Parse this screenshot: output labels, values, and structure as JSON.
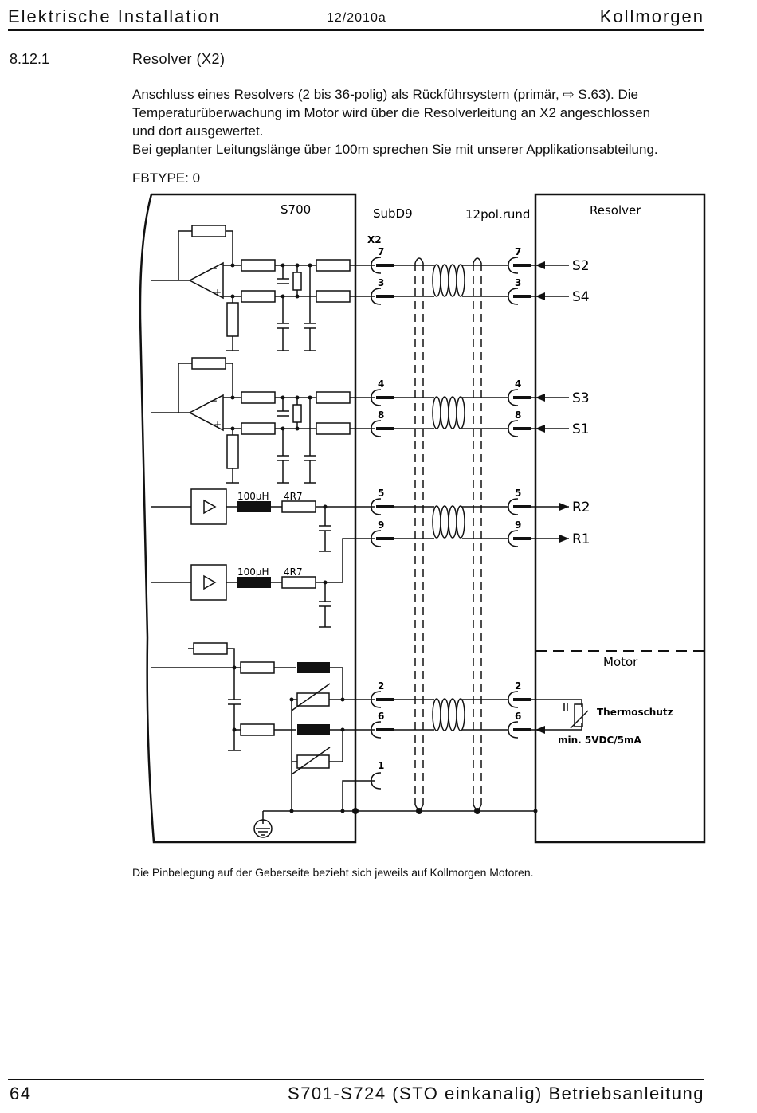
{
  "header": {
    "left": "Elektrische Installation",
    "center": "12/2010a",
    "right": "Kollmorgen"
  },
  "section": {
    "number": "8.12.1",
    "title": "Resolver (X2)"
  },
  "body": {
    "line1": "Anschluss eines Resolvers (2 bis 36-polig) als Rückführsystem (primär, ⇨ S.63). Die",
    "line2": "Temperaturüberwachung im Motor wird über die Resolverleitung an X2 angeschlossen",
    "line3": "und dort ausgewertet.",
    "line4": "Bei geplanter Leitungslänge über 100m sprechen Sie mit unserer Applikationsabteilung.",
    "fbtype": "FBTYPE: 0"
  },
  "diagram": {
    "s700": "S700",
    "subd9": "SubD9",
    "cable": "12pol.rund",
    "resolver": "Resolver",
    "x2": "X2",
    "motor": "Motor",
    "thermo": "Thermoschutz",
    "thermo_spec": "min. 5VDC/5mA",
    "inductor": "100µH",
    "resistor": "4R7",
    "signals": [
      "S2",
      "S4",
      "S3",
      "S1",
      "R2",
      "R1"
    ],
    "pins": [
      "7",
      "3",
      "4",
      "8",
      "5",
      "9",
      "2",
      "6",
      "1"
    ]
  },
  "note": "Die Pinbelegung auf der Geberseite bezieht sich jeweils auf Kollmorgen Motoren.",
  "footer": {
    "page": "64",
    "title": "S701-S724 (STO einkanalig) Betriebsanleitung"
  }
}
